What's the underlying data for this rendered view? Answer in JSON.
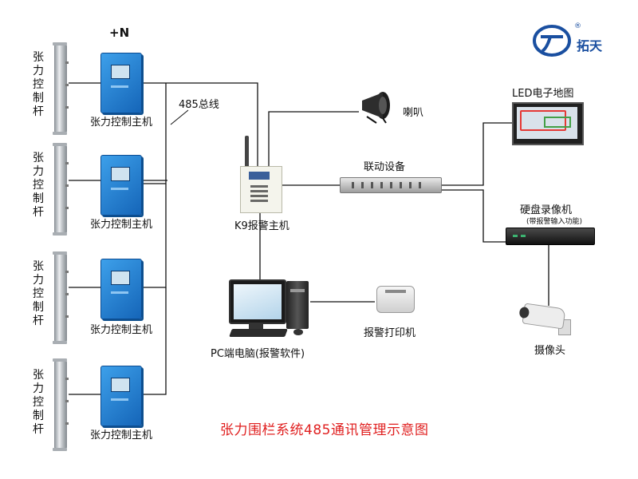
{
  "header": {
    "power_label": "+N"
  },
  "logo": {
    "brand": "拓天",
    "registered_mark": "®"
  },
  "poles": [
    {
      "label": "张力控制杆"
    },
    {
      "label": "张力控制杆"
    },
    {
      "label": "张力控制杆"
    },
    {
      "label": "张力控制杆"
    }
  ],
  "controllers": [
    {
      "label": "张力控制主机"
    },
    {
      "label": "张力控制主机"
    },
    {
      "label": "张力控制主机"
    },
    {
      "label": "张力控制主机"
    }
  ],
  "bus": {
    "label": "485总线"
  },
  "alarm_host": {
    "label": "K9报警主机"
  },
  "horn": {
    "label": "喇叭"
  },
  "linkage": {
    "label": "联动设备"
  },
  "led_map": {
    "label": "LED电子地图"
  },
  "dvr": {
    "label": "硬盘录像机",
    "sublabel": "(带报警输入功能)"
  },
  "camera": {
    "label": "摄像头"
  },
  "pc": {
    "label": "PC端电脑(报警软件)"
  },
  "printer": {
    "label": "报警打印机"
  },
  "footer": {
    "title": "张力围栏系统485通讯管理示意图"
  },
  "colors": {
    "controller": "#1e7fd6",
    "title": "#e02020",
    "brand": "#1a4fa0"
  }
}
